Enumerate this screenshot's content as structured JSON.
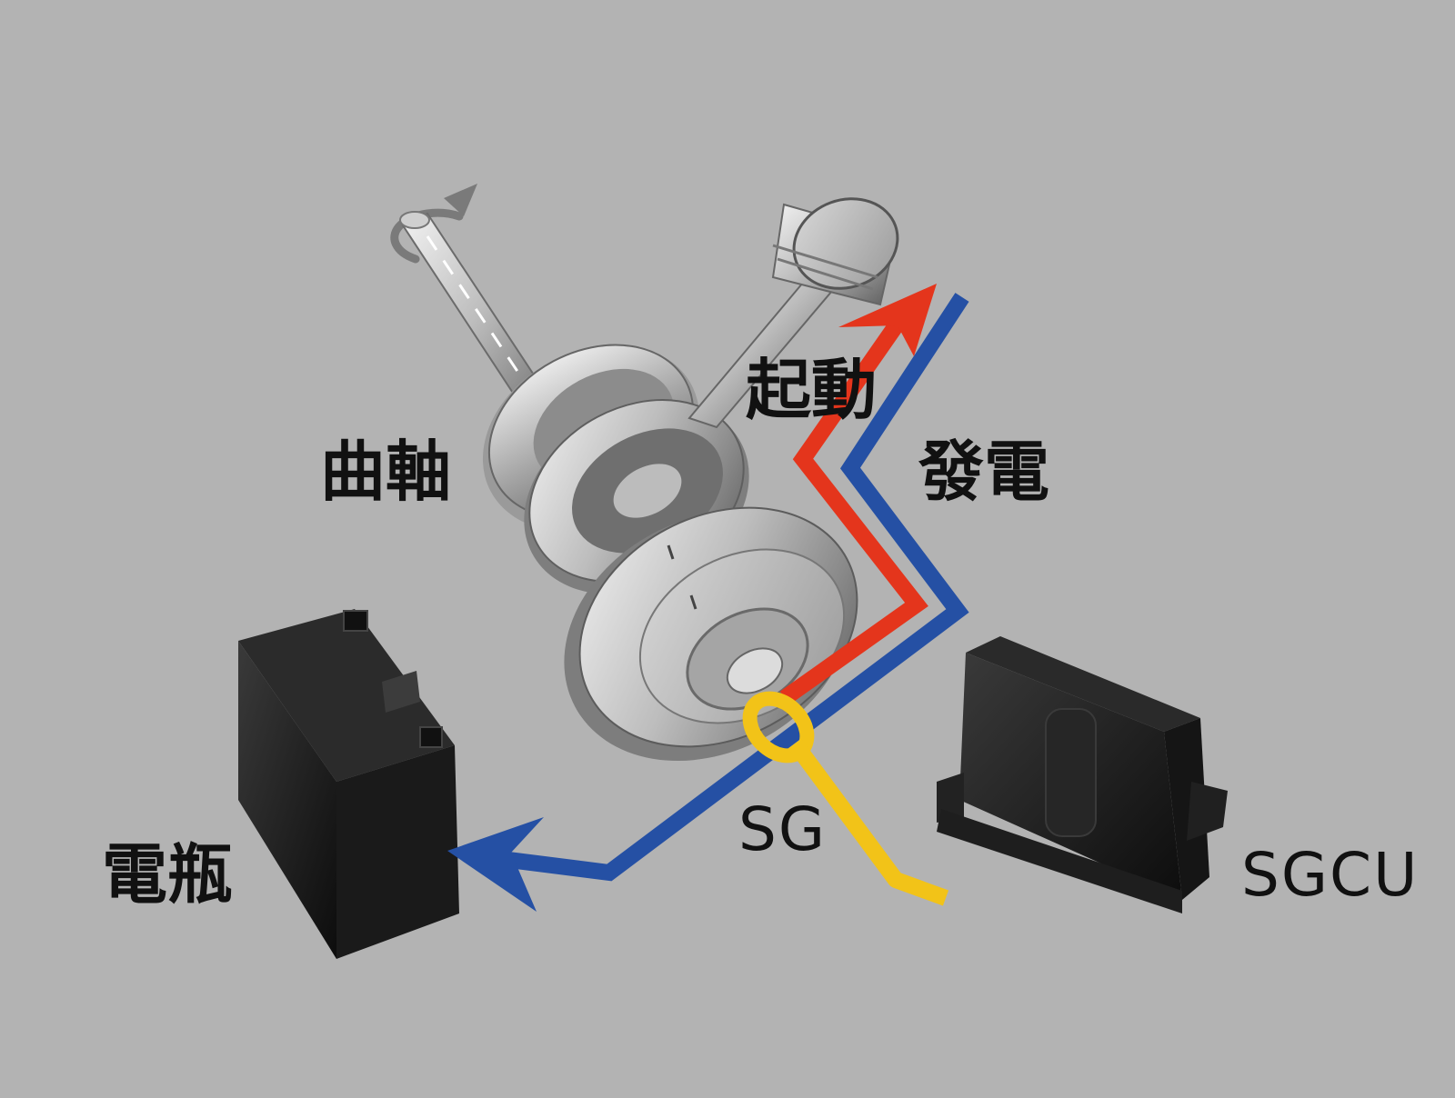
{
  "labels": {
    "crankshaft": "曲軸",
    "start": "起動",
    "generate": "發電",
    "battery": "電瓶",
    "sg": "SG",
    "sgcu": "SGCU"
  },
  "colors": {
    "background": "#b3b3b3",
    "start_path": "#e4351c",
    "charge_path": "#2550a4",
    "signal_path": "#f2c318",
    "rotation_arrow": "#7a7a7a"
  },
  "icons": [
    "rotation-arrow-icon",
    "crankshaft-icon",
    "piston-icon",
    "starter-generator-icon",
    "battery-icon",
    "control-unit-icon"
  ]
}
